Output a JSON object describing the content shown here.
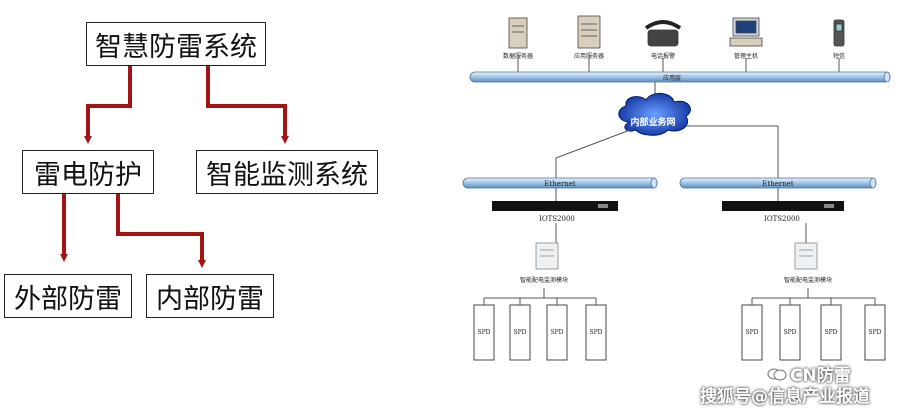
{
  "hierarchy": {
    "root": "智慧防雷系统",
    "lightning_protection": "雷电防护",
    "monitoring_system": "智能监测系统",
    "external": "外部防雷",
    "internal": "内部防雷"
  },
  "arrow_color": "#a31515",
  "network": {
    "top_nodes": [
      "数据服务器",
      "应用服务器",
      "电话报警",
      "管理主机",
      "短信"
    ],
    "app_layer": "应用层",
    "cloud": "内部业务网",
    "ethernet_left": "Ethernet",
    "ethernet_right": "Ethernet",
    "device_left": "IOTS2000",
    "device_right": "IOTS2000",
    "monitor_left": "智能配电监测模块",
    "monitor_right": "智能配电监测模块",
    "spd_label": "SPD"
  },
  "watermark": {
    "brand": "CN防雷",
    "source": "搜狐号@信息产业报道"
  }
}
